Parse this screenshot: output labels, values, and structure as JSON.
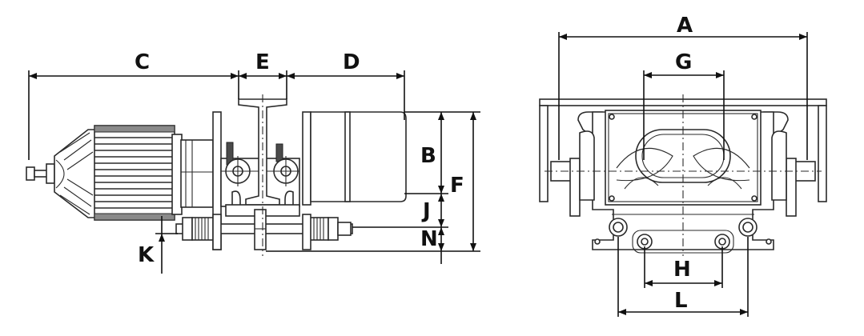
{
  "figure": {
    "dimension_labels": {
      "A": "A",
      "B": "B",
      "C": "C",
      "D": "D",
      "E": "E",
      "F": "F",
      "G": "G",
      "H": "H",
      "J": "J",
      "K": "K",
      "L": "L",
      "N": "N"
    },
    "colors": {
      "line": "#2a2a2a",
      "fill": "#ffffff",
      "motor": "#8a8a8a"
    }
  }
}
